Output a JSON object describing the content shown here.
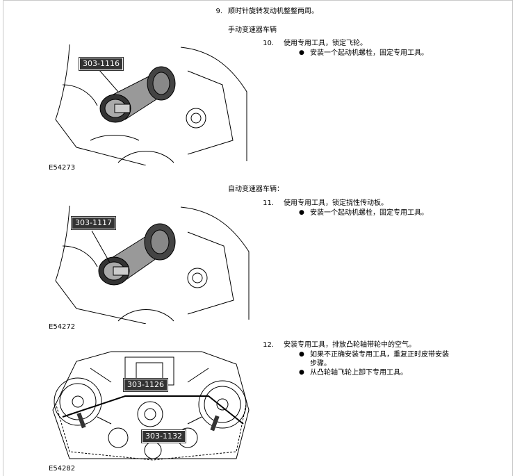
{
  "steps": {
    "s9": {
      "num": "9.",
      "text": "顺时针旋转发动机整整两周。"
    },
    "manual_heading": "手动变速器车辆",
    "s10": {
      "num": "10.",
      "text": "使用专用工具，锁定飞轮。",
      "bullets": [
        "安装一个起动机螺栓，固定专用工具。"
      ]
    },
    "auto_heading": "自动变速器车辆：",
    "s11": {
      "num": "11.",
      "text": "使用专用工具，锁定挠性传动板。",
      "bullets": [
        "安装一个起动机螺栓，固定专用工具。"
      ]
    },
    "s12": {
      "num": "12.",
      "text": "安装专用工具，排放凸轮轴带轮中的空气。",
      "bullets": [
        "如果不正确安装专用工具，重复正时皮带安装步骤。",
        "从凸轮轴飞轮上卸下专用工具。"
      ],
      "bullet1_line1": "如果不正确安装专用工具，重复正时皮带安装",
      "bullet1_line2": "步骤。"
    }
  },
  "figures": {
    "fig1": {
      "code": "E54273",
      "callout": "303-1116"
    },
    "fig2": {
      "code": "E54272",
      "callout": "303-1117"
    },
    "fig3": {
      "code": "E54282",
      "callouts": [
        "303-1126",
        "303-1132"
      ]
    }
  },
  "bullet_glyph": "●"
}
